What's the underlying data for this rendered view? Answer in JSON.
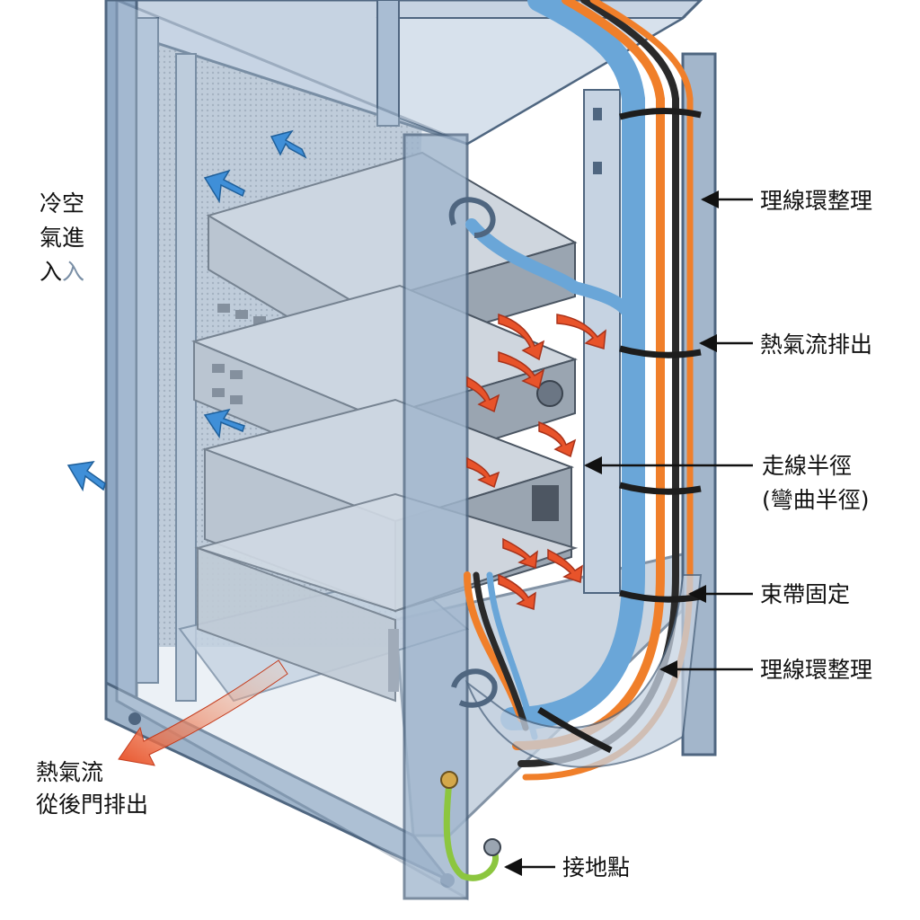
{
  "colors": {
    "frame": "#8fa8c4",
    "frame_edge": "#4f6680",
    "glass": "#c9d8e8",
    "server": "#b9c1ca",
    "cable_blue": "#6aa6d8",
    "cable_orange": "#f07f2a",
    "cable_black": "#2a2a2a",
    "cold_arrow": "#3f8fd8",
    "hot_arrow": "#e8532a",
    "ground_wire": "#8cc63f"
  },
  "icons": {
    "cold_air_arrow": "cold-air-arrow-icon",
    "hot_air_arrow": "hot-air-arrow-icon",
    "ground_point": "ground-lug-icon",
    "cable_ring": "cable-ring-icon"
  },
  "labels": {
    "cold_air_in": [
      "冷空",
      "氣進",
      "入入"
    ],
    "hot_air_rear": [
      "熱氣流",
      "從後門排出"
    ],
    "cable_ring_top": "理線環整理",
    "heat_exhaust": "熱氣流排出",
    "routing_radius": [
      "走線半徑",
      "(彎曲半徑)"
    ],
    "tie_fixed": "束帶固定",
    "cable_ring_bottom": "理線環整理",
    "ground_point": "接地點"
  }
}
